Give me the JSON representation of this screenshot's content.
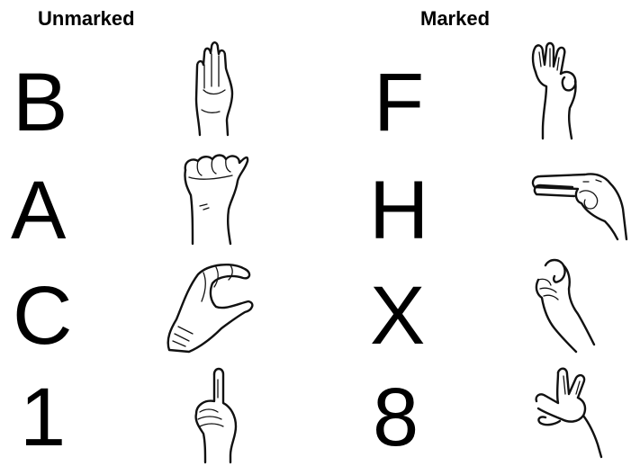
{
  "headings": {
    "left": "Unmarked",
    "right": "Marked"
  },
  "unmarked": [
    {
      "label": "B",
      "icon": "flat-hand-b-icon"
    },
    {
      "label": "A",
      "icon": "fist-thumb-side-icon"
    },
    {
      "label": "C",
      "icon": "curved-hand-c-icon"
    },
    {
      "label": "1",
      "icon": "index-up-icon"
    }
  ],
  "marked": [
    {
      "label": "F",
      "icon": "f-handshape-icon"
    },
    {
      "label": "H",
      "icon": "two-finger-horizontal-icon"
    },
    {
      "label": "X",
      "icon": "hooked-index-icon"
    },
    {
      "label": "8",
      "icon": "open-8-handshape-icon"
    }
  ]
}
